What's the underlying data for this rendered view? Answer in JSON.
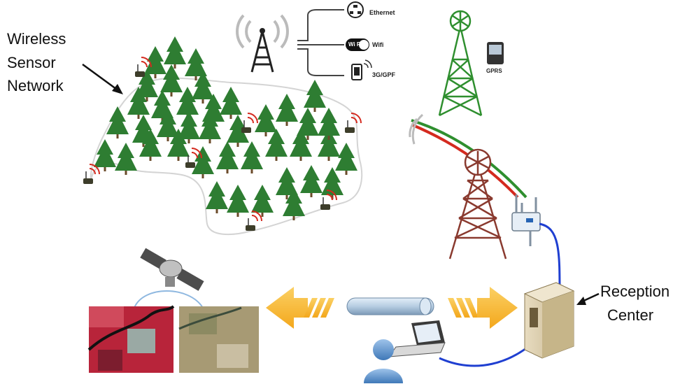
{
  "labels": {
    "wsn_line1": "Wireless",
    "wsn_line2": "Sensor",
    "wsn_line3": "Network",
    "rc_line1": "Reception",
    "rc_line2": "Center"
  },
  "connectivity": {
    "ethernet": "Ethernet",
    "wifi": "Wifi",
    "cellular": "3G/GPF",
    "wifi_logo": "Wi Fi"
  },
  "phone_label": "GPRS",
  "colors": {
    "tree": "#2e7d32",
    "green_tower": "#2f8f2f",
    "red_tower": "#8a3a2f",
    "arrow": "#f7b731",
    "cable": "#1f3fd1",
    "link_red": "#d42a1f",
    "link_green": "#2f8f2f"
  },
  "icons": [
    "antenna-tower-icon",
    "ethernet-icon",
    "wifi-icon",
    "phone-icon",
    "satellite-icon",
    "server-icon",
    "laptop-icon",
    "user-icon",
    "sensor-node-icon",
    "tree-icon"
  ]
}
